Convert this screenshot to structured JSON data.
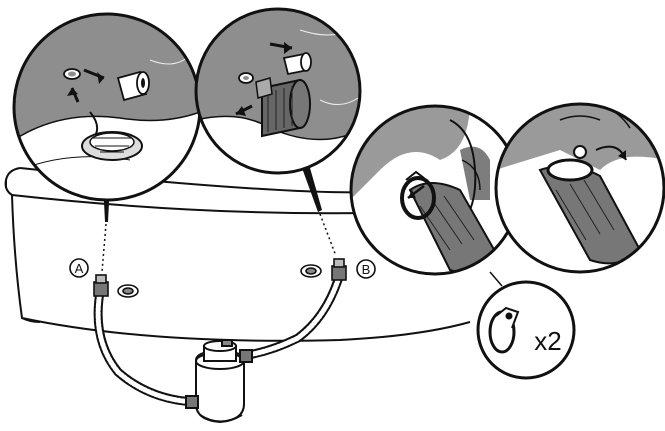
{
  "labels": {
    "connection_a": "A",
    "connection_b": "B",
    "clamp_quantity": "x2"
  },
  "colors": {
    "line": "#111111",
    "zoom_fill": "#9a9a9a",
    "zoom_fill_dark": "#7d7d7d",
    "background": "#ffffff"
  },
  "icons": [
    "strainer-zoom-icon",
    "plunger-valve-zoom-icon",
    "hose-clamp-fit-icon",
    "hose-clamp-tighten-icon",
    "hose-clamp-icon",
    "filter-pump-icon"
  ]
}
